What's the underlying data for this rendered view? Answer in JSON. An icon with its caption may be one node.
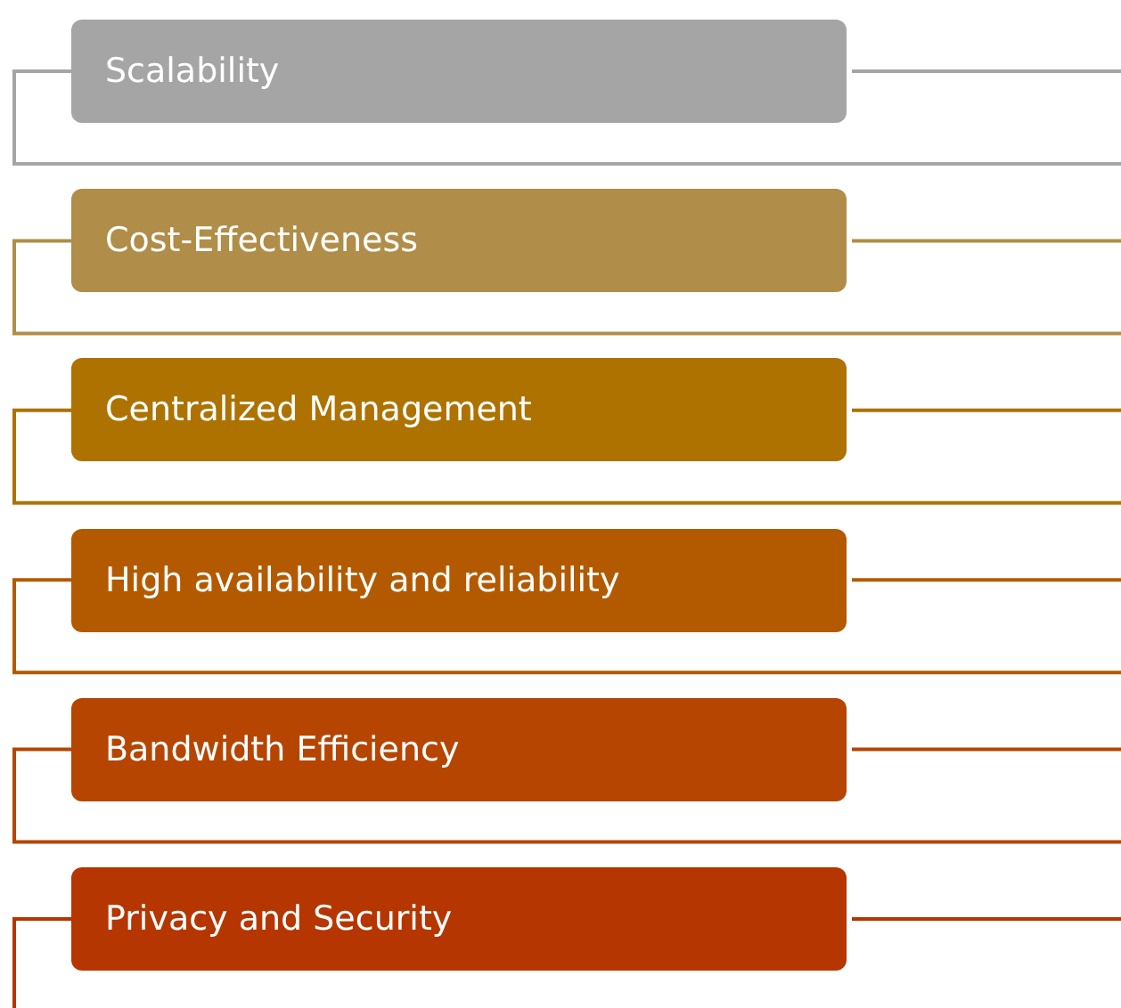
{
  "diagram": {
    "nodes": [
      {
        "text": [
          "Scalability"
        ]
      },
      {
        "text": [
          "Cost-Effectiveness"
        ]
      },
      {
        "text": [
          "Centralized Management"
        ]
      },
      {
        "text": [
          "High availability and reliability"
        ]
      },
      {
        "text": [
          "Bandwidth Efficiency"
        ]
      },
      {
        "text": [
          "Privacy and Security"
        ]
      }
    ]
  }
}
